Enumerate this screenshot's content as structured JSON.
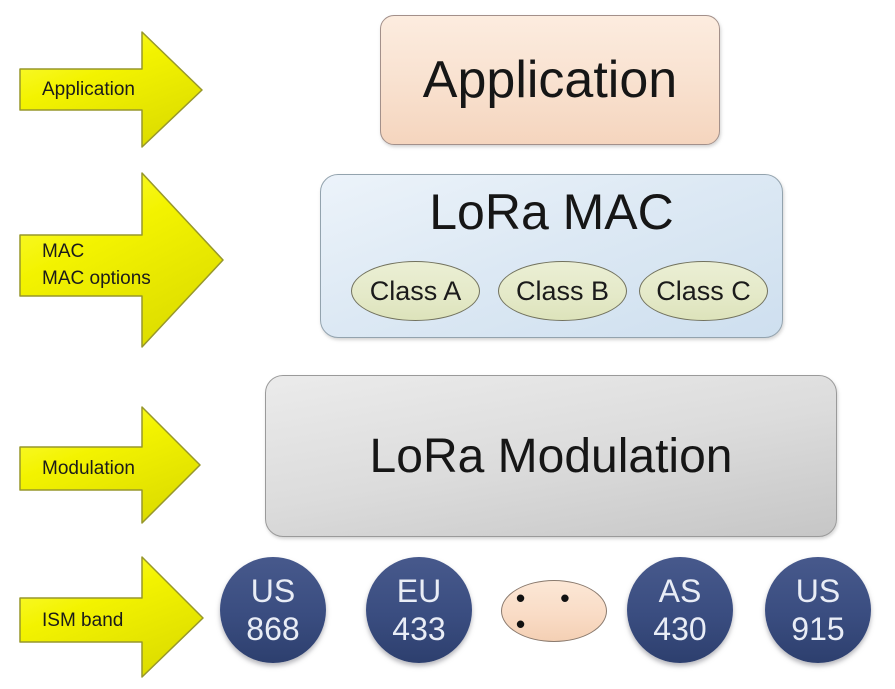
{
  "diagram": {
    "arrows": [
      {
        "lines": [
          "Application"
        ]
      },
      {
        "lines": [
          "MAC",
          "MAC options"
        ]
      },
      {
        "lines": [
          "Modulation"
        ]
      },
      {
        "lines": [
          "ISM band"
        ]
      }
    ],
    "application": {
      "label": "Application"
    },
    "mac": {
      "title": "LoRa MAC",
      "classes": [
        {
          "label": "Class A"
        },
        {
          "label": "Class B"
        },
        {
          "label": "Class C"
        }
      ]
    },
    "modulation": {
      "label": "LoRa Modulation"
    },
    "ism": {
      "bands": [
        {
          "region": "US",
          "freq": "868"
        },
        {
          "region": "EU",
          "freq": "433"
        },
        {
          "region": "AS",
          "freq": "430"
        },
        {
          "region": "US",
          "freq": "915"
        }
      ],
      "ellipsis": "• • •"
    },
    "colors": {
      "arrow_fill": "#F3F300",
      "arrow_border": "#97972B",
      "application_fill": "#F8DFCC",
      "mac_fill": "#DCE8F3",
      "class_fill": "#E4E9C8",
      "modulation_fill": "#D8D8D8",
      "band_fill": "#3A4D80",
      "band_text": "#E9EDF6",
      "ellipsis_fill": "#F9DCC6"
    }
  }
}
